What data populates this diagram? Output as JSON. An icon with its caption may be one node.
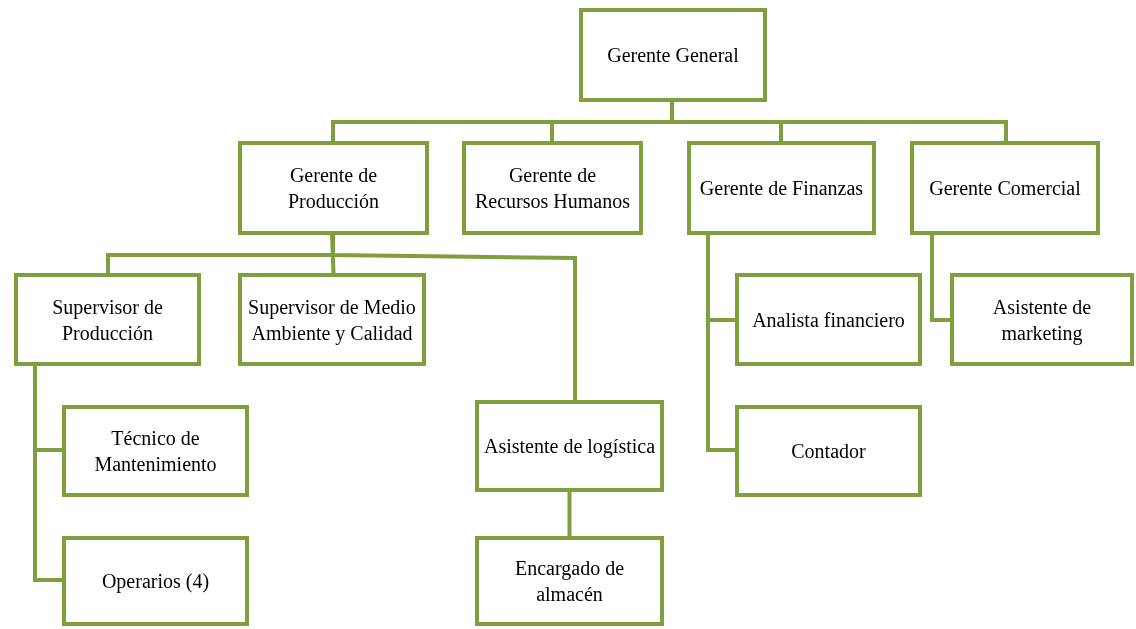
{
  "diagram": {
    "nodes": [
      {
        "text": [
          "Gerente General"
        ]
      },
      {
        "text": [
          "Gerente de Producción"
        ]
      },
      {
        "text": [
          "Gerente de Recursos Humanos"
        ]
      },
      {
        "text": [
          "Gerente de Finanzas"
        ]
      },
      {
        "text": [
          "Gerente Comercial"
        ]
      },
      {
        "text": [
          "Supervisor de Producción"
        ]
      },
      {
        "text": [
          "Supervisor de Medio Ambiente y Calidad"
        ]
      },
      {
        "text": [
          "Técnico de Mantenimiento"
        ]
      },
      {
        "text": [
          "Operarios (4)"
        ]
      },
      {
        "text": [
          "Asistente de logística"
        ]
      },
      {
        "text": [
          "Encargado de almacén"
        ]
      },
      {
        "text": [
          "Analista financiero"
        ]
      },
      {
        "text": [
          "Contador"
        ]
      },
      {
        "text": [
          "Asistente de marketing"
        ]
      }
    ],
    "edges": [
      {
        "from": 0,
        "to": 1,
        "arrow": "none"
      },
      {
        "from": 0,
        "to": 2,
        "arrow": "none"
      },
      {
        "from": 0,
        "to": 3,
        "arrow": "none"
      },
      {
        "from": 0,
        "to": 4,
        "arrow": "none"
      },
      {
        "from": 1,
        "to": 5,
        "arrow": "none"
      },
      {
        "from": 1,
        "to": 6,
        "arrow": "none"
      },
      {
        "from": 1,
        "to": 9,
        "arrow": "none"
      },
      {
        "from": 5,
        "to": 7,
        "arrow": "none"
      },
      {
        "from": 5,
        "to": 8,
        "arrow": "none"
      },
      {
        "from": 9,
        "to": 10,
        "arrow": "none"
      },
      {
        "from": 3,
        "to": 11,
        "arrow": "none"
      },
      {
        "from": 3,
        "to": 12,
        "arrow": "none"
      },
      {
        "from": 4,
        "to": 13,
        "arrow": "none"
      }
    ]
  }
}
